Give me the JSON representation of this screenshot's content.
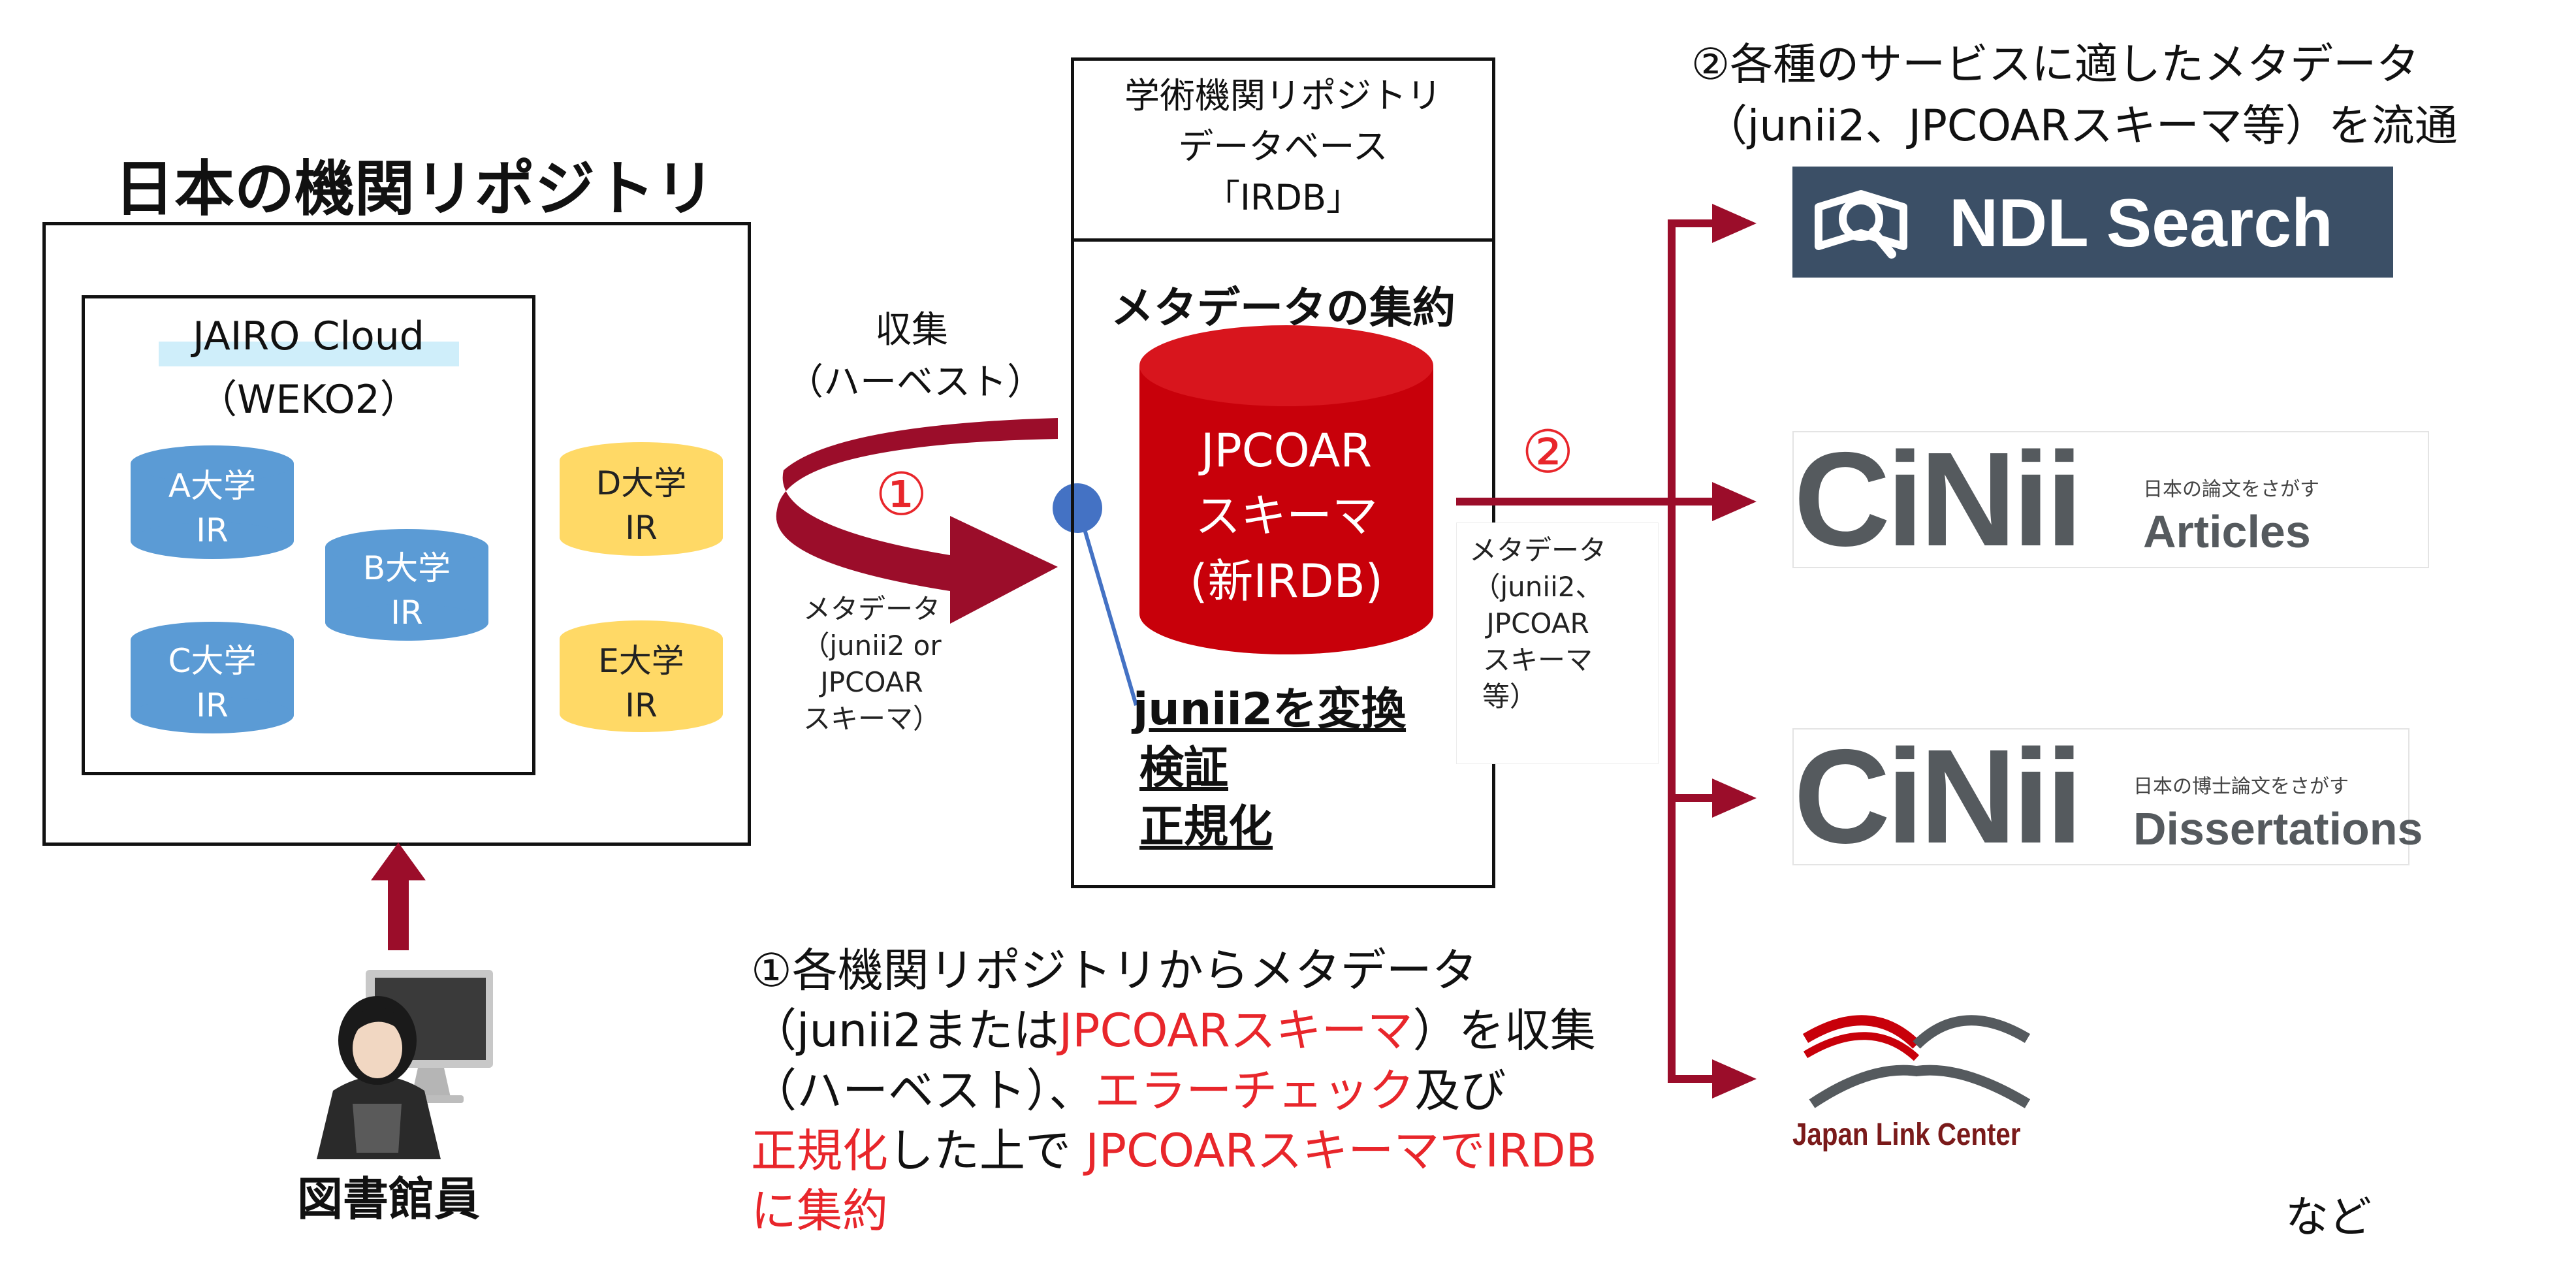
{
  "title": "日本の機関リポジトリ",
  "jairo": {
    "name": "JAIRO Cloud",
    "sub": "（WEKO2）"
  },
  "repos": {
    "a": [
      "A大学",
      "IR"
    ],
    "b": [
      "B大学",
      "IR"
    ],
    "c": [
      "C大学",
      "IR"
    ],
    "d": [
      "D大学",
      "IR"
    ],
    "e": [
      "E大学",
      "IR"
    ]
  },
  "librarian": "図書館員",
  "harvest": {
    "line1": "収集",
    "line2": "（ハーベスト）",
    "num": "①",
    "meta": [
      "メタデータ",
      "（junii2 or",
      "JPCOAR",
      "スキーマ）"
    ]
  },
  "irdb": {
    "header": [
      "学術機関リポジトリ",
      "データベース",
      "「IRDB」"
    ],
    "aggregate": "メタデータの集約",
    "db": [
      "JPCOAR",
      "スキーマ",
      "(新IRDB)"
    ],
    "steps": [
      "junii2を変換",
      "検証",
      "正規化"
    ]
  },
  "dist": {
    "num": "②",
    "meta": [
      "メタデータ",
      "（junii2、",
      "JPCOAR",
      "スキーマ",
      "等）"
    ]
  },
  "top_note": [
    "②各種のサービスに適したメタデータ",
    "（junii2、JPCOARスキーマ等）を流通"
  ],
  "services": {
    "ndl": "NDL Search",
    "cinii_articles": {
      "brand": "CiNii",
      "small": "日本の論文をさがす",
      "name": "Articles"
    },
    "cinii_diss": {
      "brand": "CiNii",
      "small": "日本の博士論文をさがす",
      "name": "Dissertations"
    },
    "jalc": "Japan Link Center",
    "etc": "など"
  },
  "bottom_note": {
    "l1": "①各機関リポジトリからメタデータ",
    "l2a": "（junii2または",
    "l2b": "JPCOARスキーマ",
    "l2c": "）を収集",
    "l3a": "（ハーベスト）、",
    "l3b": "エラーチェック",
    "l3c": "及び",
    "l4a": "正規化",
    "l4b": "した上で ",
    "l4c": "JPCOARスキーマでIRDB",
    "l5": "に集約"
  },
  "colors": {
    "accent_red": "#9b0d2a",
    "db_red": "#c8000a",
    "repo_blue": "#5b9bd5",
    "repo_yellow": "#ffd966",
    "text_red": "#e8262b",
    "ndl_bg": "#3b4f66"
  }
}
